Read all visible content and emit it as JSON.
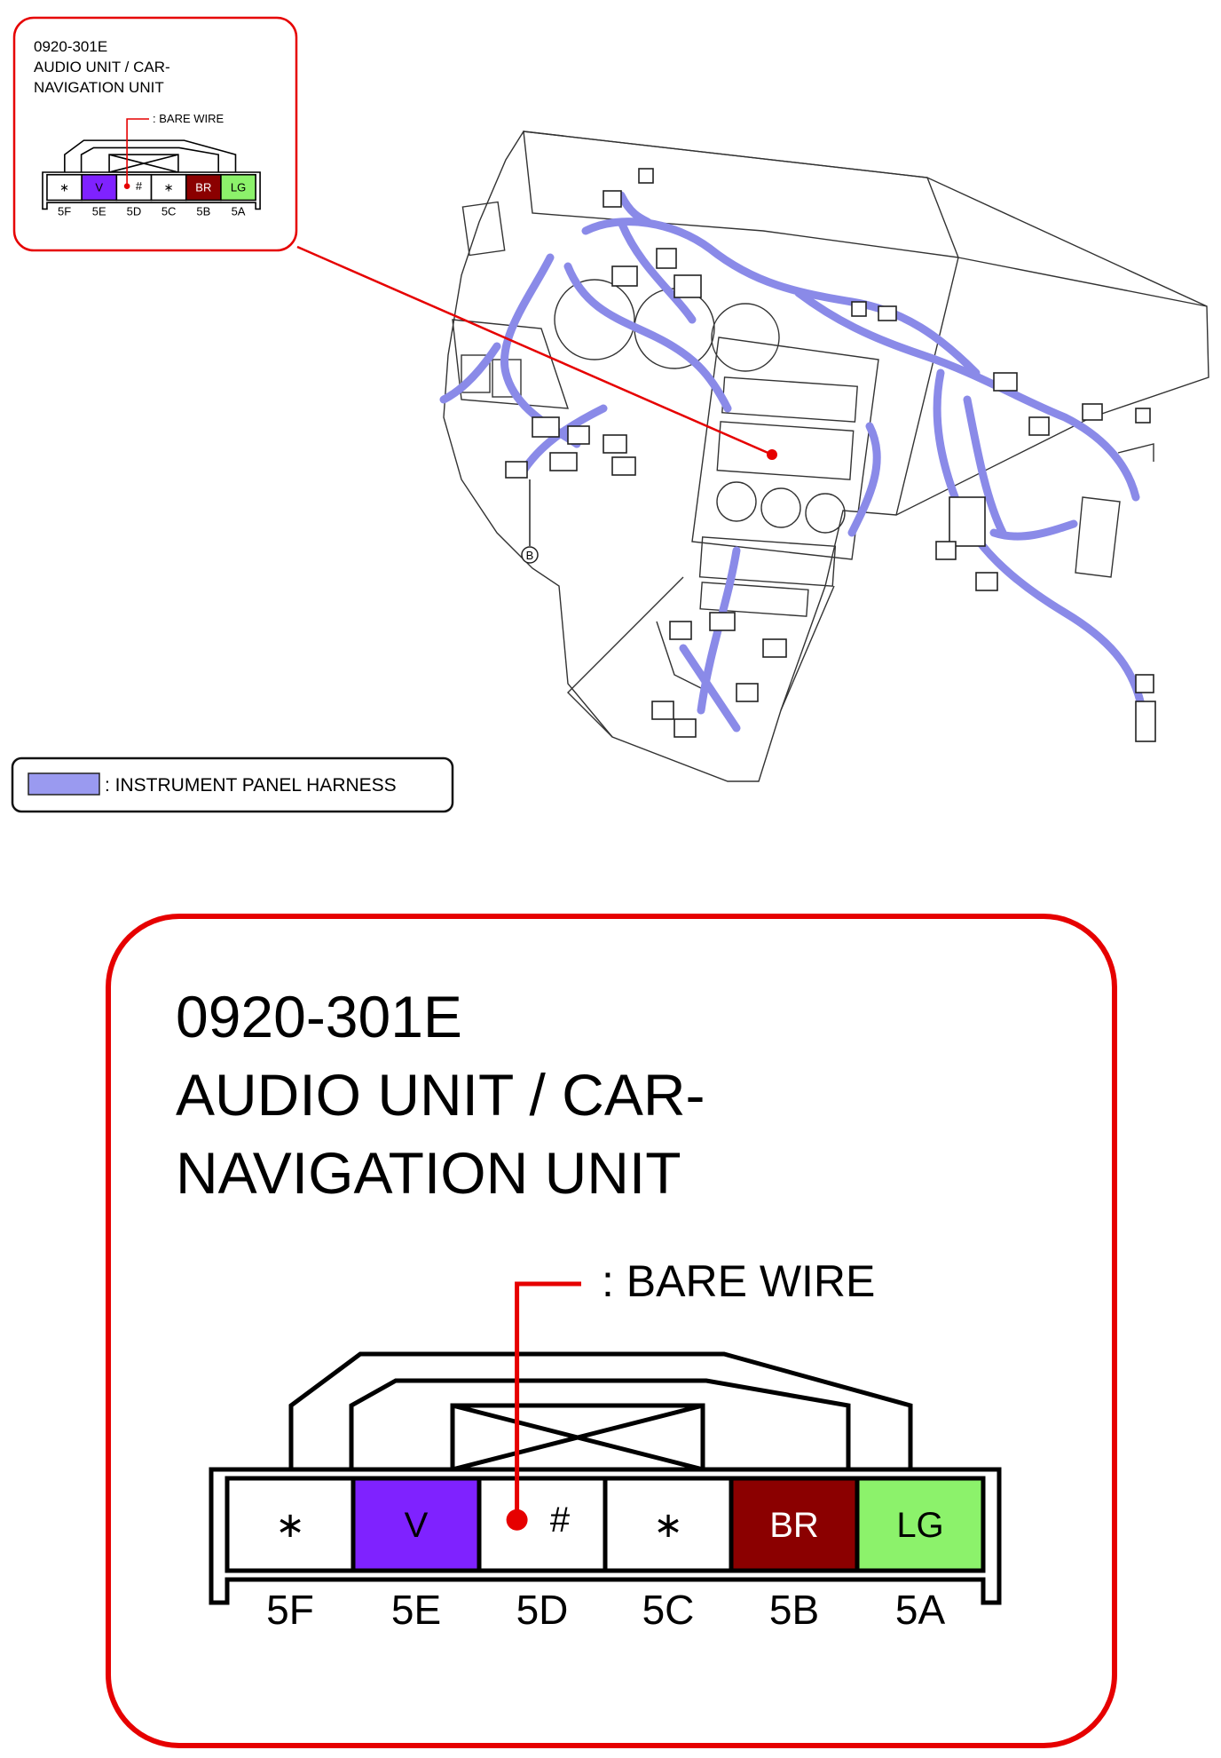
{
  "connector": {
    "code": "0920-301E",
    "name_line1": "AUDIO UNIT / CAR-",
    "name_line2": "NAVIGATION UNIT",
    "bare_wire_label": ": BARE WIRE",
    "pins": [
      {
        "id": "5F",
        "code": "∗",
        "color": "#ffffff",
        "text_color": "#000000"
      },
      {
        "id": "5E",
        "code": "V",
        "color": "#7f22ff",
        "text_color": "#000000"
      },
      {
        "id": "5D",
        "code": "#",
        "color": "#ffffff",
        "text_color": "#000000",
        "bare_wire": true
      },
      {
        "id": "5C",
        "code": "∗",
        "color": "#ffffff",
        "text_color": "#000000"
      },
      {
        "id": "5B",
        "code": "BR",
        "color": "#8b0000",
        "text_color": "#ffffff"
      },
      {
        "id": "5A",
        "code": "LG",
        "color": "#8cf26b",
        "text_color": "#000000"
      }
    ]
  },
  "legend": {
    "label": ": INSTRUMENT PANEL HARNESS",
    "color": "#9a9af0"
  },
  "ground_marker": "B",
  "colors": {
    "callout_border": "#e60000",
    "harness": "#8a8ae8",
    "outline": "#222222"
  }
}
